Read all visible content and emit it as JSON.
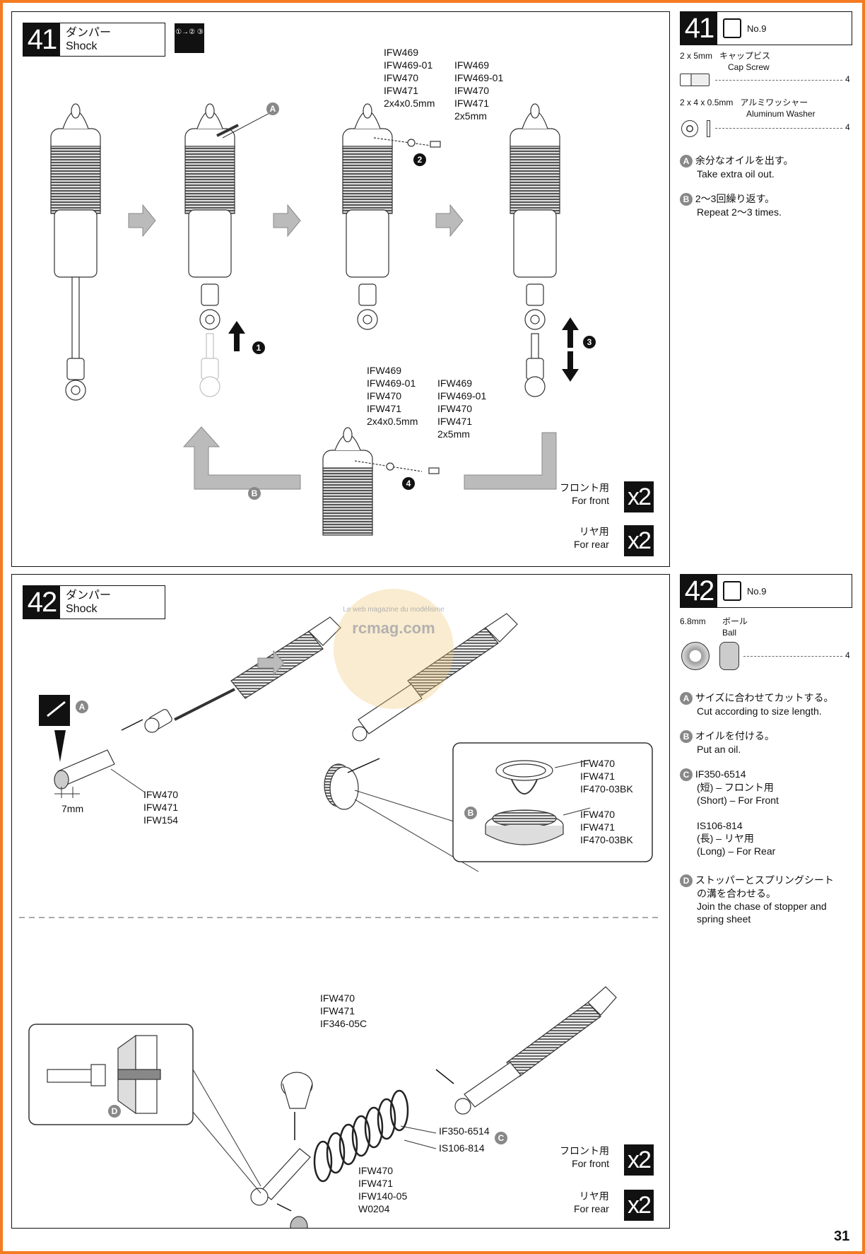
{
  "page_number": "31",
  "step41": {
    "number": "41",
    "title_jp": "ダンパー",
    "title_en": "Shock",
    "order_icon": "①→② ③",
    "parts_ref_a": [
      "IFW469",
      "IFW469-01",
      "IFW470",
      "IFW471",
      "2x4x0.5mm"
    ],
    "parts_ref_b": [
      "IFW469",
      "IFW469-01",
      "IFW470",
      "IFW471",
      "2x5mm"
    ],
    "parts_ref_c": [
      "IFW469",
      "IFW469-01",
      "IFW470",
      "IFW471",
      "2x4x0.5mm"
    ],
    "parts_ref_d": [
      "IFW469",
      "IFW469-01",
      "IFW470",
      "IFW471",
      "2x5mm"
    ],
    "markers": {
      "a": "A",
      "b": "B",
      "n1": "1",
      "n2": "2",
      "n3": "3",
      "n4": "4"
    },
    "front_jp": "フロント用",
    "front_en": "For front",
    "front_qty": "x2",
    "rear_jp": "リヤ用",
    "rear_en": "For rear",
    "rear_qty": "x2"
  },
  "side41": {
    "number": "41",
    "bag": "No.9",
    "parts": [
      {
        "size": "2 x 5mm",
        "name_jp": "キャップビス",
        "name_en": "Cap Screw",
        "qty": "4"
      },
      {
        "size": "2 x 4 x 0.5mm",
        "name_jp": "アルミワッシャー",
        "name_en": "Aluminum Washer",
        "qty": "4"
      }
    ],
    "notes": [
      {
        "marker": "A",
        "jp": "余分なオイルを出す。",
        "en": "Take extra oil out."
      },
      {
        "marker": "B",
        "jp": "2〜3回繰り返す。",
        "en": "Repeat 2〜3 times."
      }
    ]
  },
  "step42": {
    "number": "42",
    "title_jp": "ダンパー",
    "title_en": "Shock",
    "dim_7mm": "7mm",
    "parts_tip": [
      "IFW470",
      "IFW471",
      "IFW154"
    ],
    "parts_ring_top": [
      "IFW470",
      "IFW471",
      "IF470-03BK"
    ],
    "parts_ring_bottom": [
      "IFW470",
      "IFW471",
      "IF470-03BK"
    ],
    "parts_seat": [
      "IFW470",
      "IFW471",
      "IF346-05C"
    ],
    "spring_short": "IF350-6514",
    "spring_long": "IS106-814",
    "parts_ball": [
      "IFW470",
      "IFW471",
      "IFW140-05",
      "W0204"
    ],
    "markers": {
      "a": "A",
      "b": "B",
      "c": "C",
      "d": "D"
    },
    "front_jp": "フロント用",
    "front_en": "For front",
    "front_qty": "x2",
    "rear_jp": "リヤ用",
    "rear_en": "For rear",
    "rear_qty": "x2"
  },
  "side42": {
    "number": "42",
    "bag": "No.9",
    "parts": [
      {
        "size": "6.8mm",
        "name_jp": "ボール",
        "name_en": "Ball",
        "qty": "4"
      }
    ],
    "notes": [
      {
        "marker": "A",
        "jp": "サイズに合わせてカットする。",
        "en": "Cut according to size length."
      },
      {
        "marker": "B",
        "jp": "オイルを付ける。",
        "en": "Put an oil."
      },
      {
        "marker": "C",
        "lines": [
          "IF350-6514",
          "(短) – フロント用",
          "(Short) – For Front",
          "",
          "IS106-814",
          "(長) – リヤ用",
          "(Long) – For Rear"
        ]
      },
      {
        "marker": "D",
        "jp": "ストッパーとスプリングシート",
        "jp2": "の溝を合わせる。",
        "en": "Join the chase of stopper and",
        "en2": "spring sheet"
      }
    ]
  },
  "watermark": {
    "brand": "rcmag.com",
    "tagline": "Le web magazine du modélisme"
  }
}
